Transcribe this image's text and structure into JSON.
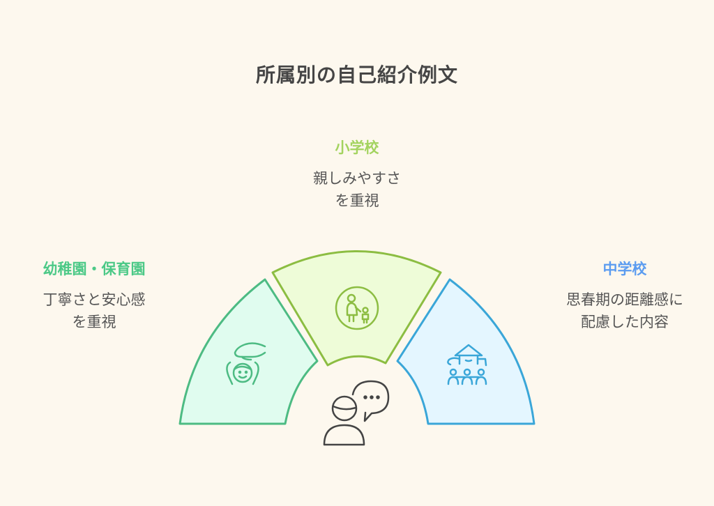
{
  "title": "所属別の自己紹介例文",
  "segments": {
    "kinder": {
      "heading": "幼稚園・保育園",
      "line1": "丁寧さと安心感",
      "line2": "を重視",
      "icon": "caring-hand-child-icon",
      "stroke": "#4dbb83",
      "fill": "#e0fcef",
      "heading_color": "#4cc987"
    },
    "elementary": {
      "heading": "小学校",
      "line1": "親しみやすさ",
      "line2": "を重視",
      "icon": "adult-child-icon",
      "stroke": "#8cbd42",
      "fill": "#eefcd8",
      "heading_color": "#a3d35f"
    },
    "junior": {
      "heading": "中学校",
      "line1": "思春期の距離感に",
      "line2": "配慮した内容",
      "icon": "teacher-students-icon",
      "stroke": "#3aa6d8",
      "fill": "#e4f6ff",
      "heading_color": "#5b9cf0"
    }
  },
  "center": {
    "icon": "person-speech-bubble-icon",
    "stroke": "#444444"
  }
}
